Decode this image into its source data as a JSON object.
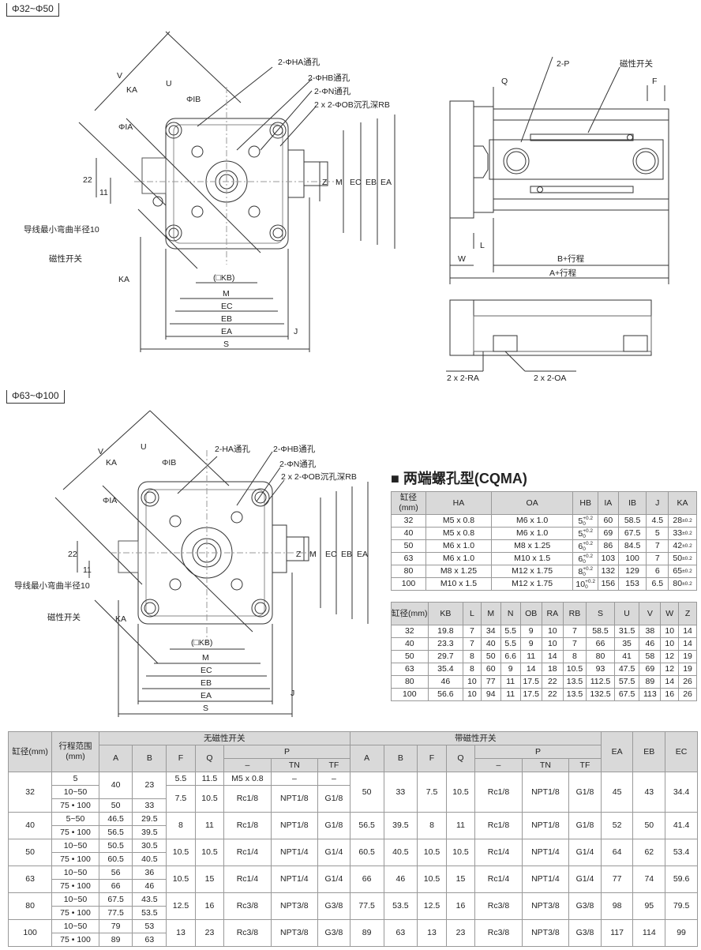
{
  "labels": {
    "size_a": "Φ32~Φ50",
    "size_b": "Φ63~Φ100",
    "ha_hole": "2-ΦHA通孔",
    "hb_hole": "2-ΦHB通孔",
    "n_hole": "2-ΦN通孔",
    "ob_hole": "2 x 2-ΦOB沉孔深RB",
    "ha_hole_b": "2-HA通孔",
    "p_port": "2-P",
    "mag_switch": "磁性开关",
    "wire_radius": "导线最小弯曲半径10",
    "kb": "(□KB)",
    "dim_v": "V",
    "dim_ka": "KA",
    "dim_u": "U",
    "dim_ib": "ΦIB",
    "dim_ia": "ΦIA",
    "dim_22": "22",
    "dim_11": "11",
    "dim_m": "M",
    "dim_ec": "EC",
    "dim_eb": "EB",
    "dim_ea": "EA",
    "dim_s": "S",
    "dim_j": "J",
    "dim_z": "Z",
    "dim_q": "Q",
    "dim_f": "F",
    "dim_l": "L",
    "dim_w": "W",
    "b_stroke": "B+行程",
    "a_stroke": "A+行程",
    "ra": "2 x 2-RA",
    "oa": "2 x 2-OA"
  },
  "section_title": "■ 两端螺孔型(CQMA)",
  "table1": {
    "headers": [
      "缸径(mm)",
      "HA",
      "OA",
      "HB",
      "IA",
      "IB",
      "J",
      "KA"
    ],
    "rows": [
      {
        "bore": "32",
        "ha": "M5 x 0.8",
        "oa": "M6 x 1.0",
        "hb": "5",
        "ia": "60",
        "ib": "58.5",
        "j": "4.5",
        "ka": "28"
      },
      {
        "bore": "40",
        "ha": "M5 x 0.8",
        "oa": "M6 x 1.0",
        "hb": "5",
        "ia": "69",
        "ib": "67.5",
        "j": "5",
        "ka": "33"
      },
      {
        "bore": "50",
        "ha": "M6 x 1.0",
        "oa": "M8 x 1.25",
        "hb": "6",
        "ia": "86",
        "ib": "84.5",
        "j": "7",
        "ka": "42"
      },
      {
        "bore": "63",
        "ha": "M6 x 1.0",
        "oa": "M10 x 1.5",
        "hb": "6",
        "ia": "103",
        "ib": "100",
        "j": "7",
        "ka": "50"
      },
      {
        "bore": "80",
        "ha": "M8 x 1.25",
        "oa": "M12 x 1.75",
        "hb": "8",
        "ia": "132",
        "ib": "129",
        "j": "6",
        "ka": "65"
      },
      {
        "bore": "100",
        "ha": "M10 x 1.5",
        "oa": "M12 x 1.75",
        "hb": "10",
        "ia": "156",
        "ib": "153",
        "j": "6.5",
        "ka": "80"
      }
    ],
    "tol_hb": [
      "+0.2",
      "0"
    ],
    "tol_ka": "±0.2"
  },
  "table2": {
    "headers": [
      "缸径(mm)",
      "KB",
      "L",
      "M",
      "N",
      "OB",
      "RA",
      "RB",
      "S",
      "U",
      "V",
      "W",
      "Z"
    ],
    "rows": [
      [
        "32",
        "19.8",
        "7",
        "34",
        "5.5",
        "9",
        "10",
        "7",
        "58.5",
        "31.5",
        "38",
        "10",
        "14"
      ],
      [
        "40",
        "23.3",
        "7",
        "40",
        "5.5",
        "9",
        "10",
        "7",
        "66",
        "35",
        "46",
        "10",
        "14"
      ],
      [
        "50",
        "29.7",
        "8",
        "50",
        "6.6",
        "11",
        "14",
        "8",
        "80",
        "41",
        "58",
        "12",
        "19"
      ],
      [
        "63",
        "35.4",
        "8",
        "60",
        "9",
        "14",
        "18",
        "10.5",
        "93",
        "47.5",
        "69",
        "12",
        "19"
      ],
      [
        "80",
        "46",
        "10",
        "77",
        "11",
        "17.5",
        "22",
        "13.5",
        "112.5",
        "57.5",
        "89",
        "14",
        "26"
      ],
      [
        "100",
        "56.6",
        "10",
        "94",
        "11",
        "17.5",
        "22",
        "13.5",
        "132.5",
        "67.5",
        "113",
        "16",
        "26"
      ]
    ]
  },
  "table3": {
    "h_bore": "缸径(mm)",
    "h_stroke": "行程范围(mm)",
    "h_nomag": "无磁性开关",
    "h_mag": "带磁性开关",
    "h_a": "A",
    "h_b": "B",
    "h_f": "F",
    "h_q": "Q",
    "h_p": "P",
    "h_dash": "–",
    "h_tn": "TN",
    "h_tf": "TF",
    "h_ea": "EA",
    "h_eb": "EB",
    "h_ec": "EC",
    "r32": {
      "bore": "32",
      "s1": "5",
      "s2": "10~50",
      "s3": "75 • 100",
      "a12": "40",
      "b12": "23",
      "a3": "50",
      "b3": "33",
      "f1": "5.5",
      "q1": "11.5",
      "p1": "M5 x 0.8",
      "tn1": "–",
      "tf1": "–",
      "f2": "7.5",
      "q2": "10.5",
      "p2": "Rc1/8",
      "tn2": "NPT1/8",
      "tf2": "G1/8",
      "ma": "50",
      "mb": "33",
      "mf": "7.5",
      "mq": "10.5",
      "mp": "Rc1/8",
      "mtn": "NPT1/8",
      "mtf": "G1/8",
      "ea": "45",
      "eb": "43",
      "ec": "34.4"
    },
    "rows": [
      {
        "bore": "40",
        "s1": "5~50",
        "s2": "75 • 100",
        "a1": "46.5",
        "b1": "29.5",
        "a2": "56.5",
        "b2": "39.5",
        "f": "8",
        "q": "11",
        "p": "Rc1/8",
        "tn": "NPT1/8",
        "tf": "G1/8",
        "ma": "56.5",
        "mb": "39.5",
        "mf": "8",
        "mq": "11",
        "mp": "Rc1/8",
        "mtn": "NPT1/8",
        "mtf": "G1/8",
        "ea": "52",
        "eb": "50",
        "ec": "41.4"
      },
      {
        "bore": "50",
        "s1": "10~50",
        "s2": "75 • 100",
        "a1": "50.5",
        "b1": "30.5",
        "a2": "60.5",
        "b2": "40.5",
        "f": "10.5",
        "q": "10.5",
        "p": "Rc1/4",
        "tn": "NPT1/4",
        "tf": "G1/4",
        "ma": "60.5",
        "mb": "40.5",
        "mf": "10.5",
        "mq": "10.5",
        "mp": "Rc1/4",
        "mtn": "NPT1/4",
        "mtf": "G1/4",
        "ea": "64",
        "eb": "62",
        "ec": "53.4"
      },
      {
        "bore": "63",
        "s1": "10~50",
        "s2": "75 • 100",
        "a1": "56",
        "b1": "36",
        "a2": "66",
        "b2": "46",
        "f": "10.5",
        "q": "15",
        "p": "Rc1/4",
        "tn": "NPT1/4",
        "tf": "G1/4",
        "ma": "66",
        "mb": "46",
        "mf": "10.5",
        "mq": "15",
        "mp": "Rc1/4",
        "mtn": "NPT1/4",
        "mtf": "G1/4",
        "ea": "77",
        "eb": "74",
        "ec": "59.6"
      },
      {
        "bore": "80",
        "s1": "10~50",
        "s2": "75 • 100",
        "a1": "67.5",
        "b1": "43.5",
        "a2": "77.5",
        "b2": "53.5",
        "f": "12.5",
        "q": "16",
        "p": "Rc3/8",
        "tn": "NPT3/8",
        "tf": "G3/8",
        "ma": "77.5",
        "mb": "53.5",
        "mf": "12.5",
        "mq": "16",
        "mp": "Rc3/8",
        "mtn": "NPT3/8",
        "mtf": "G3/8",
        "ea": "98",
        "eb": "95",
        "ec": "79.5"
      },
      {
        "bore": "100",
        "s1": "10~50",
        "s2": "75 • 100",
        "a1": "79",
        "b1": "53",
        "a2": "89",
        "b2": "63",
        "f": "13",
        "q": "23",
        "p": "Rc3/8",
        "tn": "NPT3/8",
        "tf": "G3/8",
        "ma": "89",
        "mb": "63",
        "mf": "13",
        "mq": "23",
        "mp": "Rc3/8",
        "mtn": "NPT3/8",
        "mtf": "G3/8",
        "ea": "117",
        "eb": "114",
        "ec": "99"
      }
    ]
  }
}
